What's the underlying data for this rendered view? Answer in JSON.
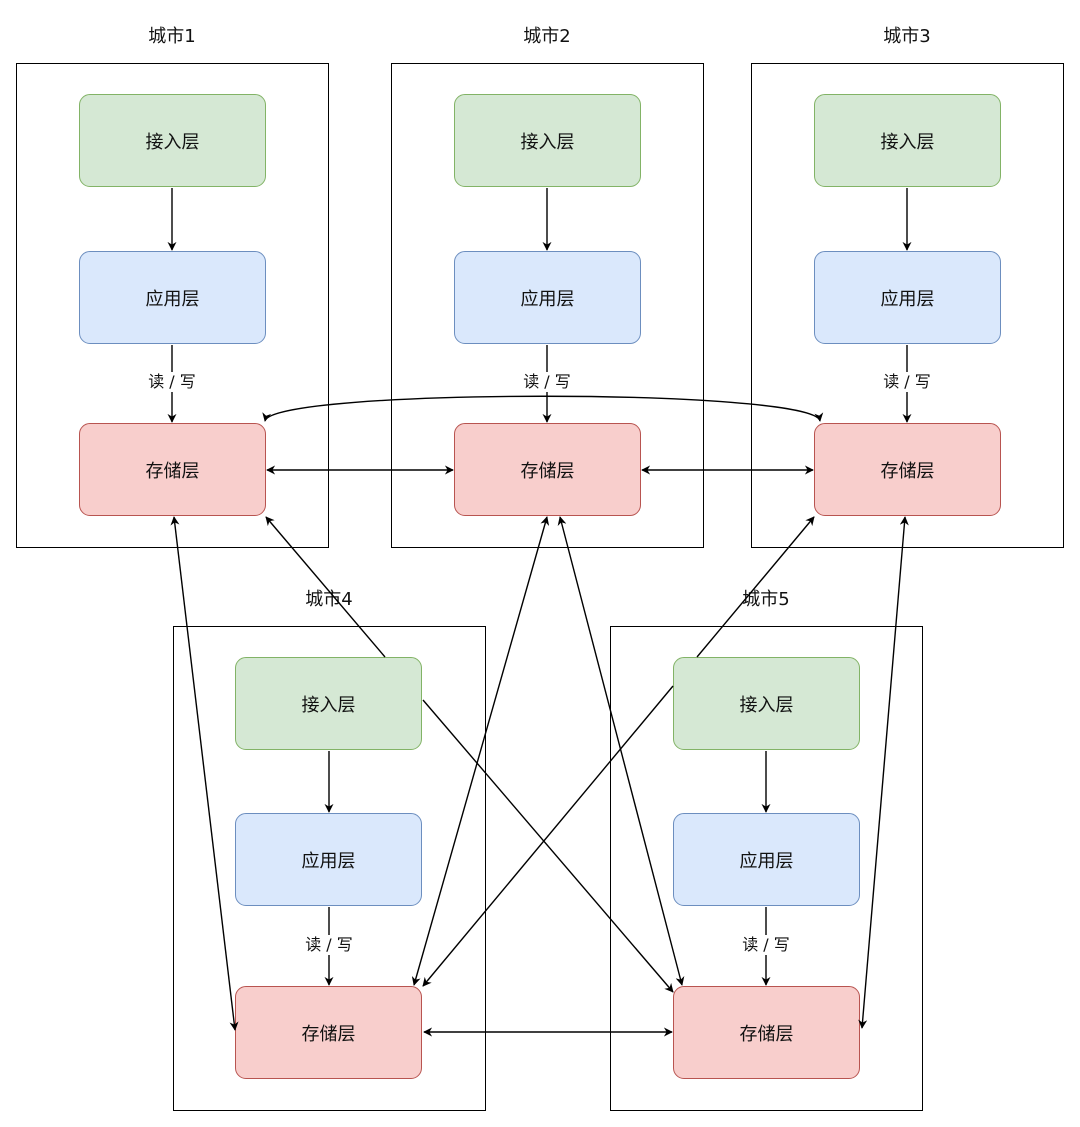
{
  "cities": [
    {
      "title": "城市1",
      "access": "接入层",
      "app": "应用层",
      "storage": "存储层",
      "rw": "读 / 写"
    },
    {
      "title": "城市2",
      "access": "接入层",
      "app": "应用层",
      "storage": "存储层",
      "rw": "读 / 写"
    },
    {
      "title": "城市3",
      "access": "接入层",
      "app": "应用层",
      "storage": "存储层",
      "rw": "读 / 写"
    },
    {
      "title": "城市4",
      "access": "接入层",
      "app": "应用层",
      "storage": "存储层",
      "rw": "读 / 写"
    },
    {
      "title": "城市5",
      "access": "接入层",
      "app": "应用层",
      "storage": "存储层",
      "rw": "读 / 写"
    }
  ],
  "colors": {
    "access_fill": "#d5e8d4",
    "access_border": "#82b366",
    "app_fill": "#dae8fc",
    "app_border": "#6c8ebf",
    "storage_fill": "#f8cecc",
    "storage_border": "#b85450"
  }
}
